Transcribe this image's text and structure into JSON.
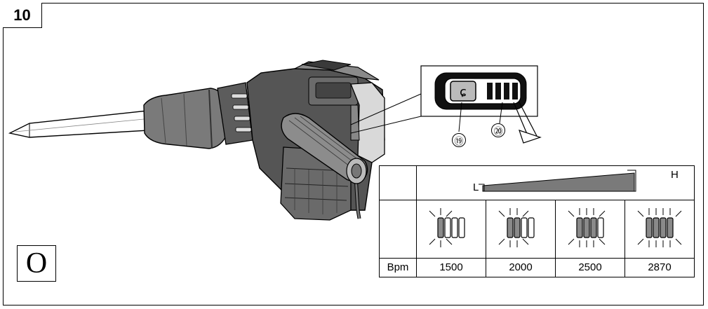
{
  "figure_number": "10",
  "mode_symbol": "O",
  "callouts": {
    "mode_indicator": "⑲",
    "rate_indicator": "⑳"
  },
  "rate_table": {
    "low_label": "L",
    "high_label": "H",
    "unit_label": "Bpm",
    "columns": [
      {
        "value": "1500",
        "lit_bars": 1
      },
      {
        "value": "2000",
        "lit_bars": 2
      },
      {
        "value": "2500",
        "lit_bars": 3
      },
      {
        "value": "2870",
        "lit_bars": 4
      }
    ]
  }
}
